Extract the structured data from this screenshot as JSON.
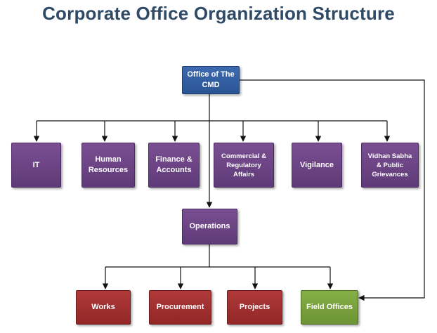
{
  "title": "Corporate Office Organization Structure",
  "nodes": {
    "cmd": "Office of The CMD",
    "it": "IT",
    "hr": "Human Resources",
    "finance": "Finance & Accounts",
    "commercial": "Commercial & Regulatory Affairs",
    "vigilance": "Vigilance",
    "vidhan": "Vidhan Sabha & Public Grievances",
    "operations": "Operations",
    "works": "Works",
    "procurement": "Procurement",
    "projects": "Projects",
    "field": "Field Offices"
  },
  "colors": {
    "top": "#2f5a9e",
    "department": "#6b4585",
    "operations_unit": "#a83232",
    "field_unit": "#7aa43c",
    "title": "#2e4a66"
  }
}
